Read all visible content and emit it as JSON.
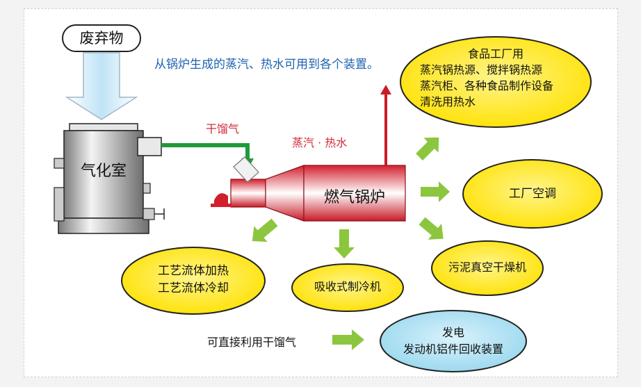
{
  "waste_label": "废弃物",
  "gasifier_label": "气化室",
  "dry_gas_label": "干馏气",
  "steam_hot_water_label": "蒸汽 · 热水",
  "boiler_label": "燃气锅炉",
  "headline": "从锅炉生成的蒸汽、热水可用到各个装置。",
  "food_factory": {
    "title": "食品工厂用",
    "lines": [
      "蒸汽锅热源、搅拌锅热源",
      "蒸汽柜、各种食品制作设备",
      "清洗用热水"
    ]
  },
  "factory_ac": "工厂空调",
  "sludge_dryer": "污泥真空干燥机",
  "absorption_chiller": "吸收式制冷机",
  "process_fluid": {
    "lines": [
      "工艺流体加热",
      "工艺流体冷却"
    ]
  },
  "direct_use_label": "可直接利用干馏气",
  "power_gen": {
    "lines": [
      "发电",
      "发动机铝件回收装置"
    ]
  },
  "colors": {
    "arrow_green": "#8cc63f",
    "pipe_green": "#1f9a3a",
    "yellow": "#ffe800",
    "light_blue": "#a8dff0",
    "boiler_red": "#cc1a28",
    "text_blue": "#1e62b0",
    "text_red": "#d42a3a"
  }
}
